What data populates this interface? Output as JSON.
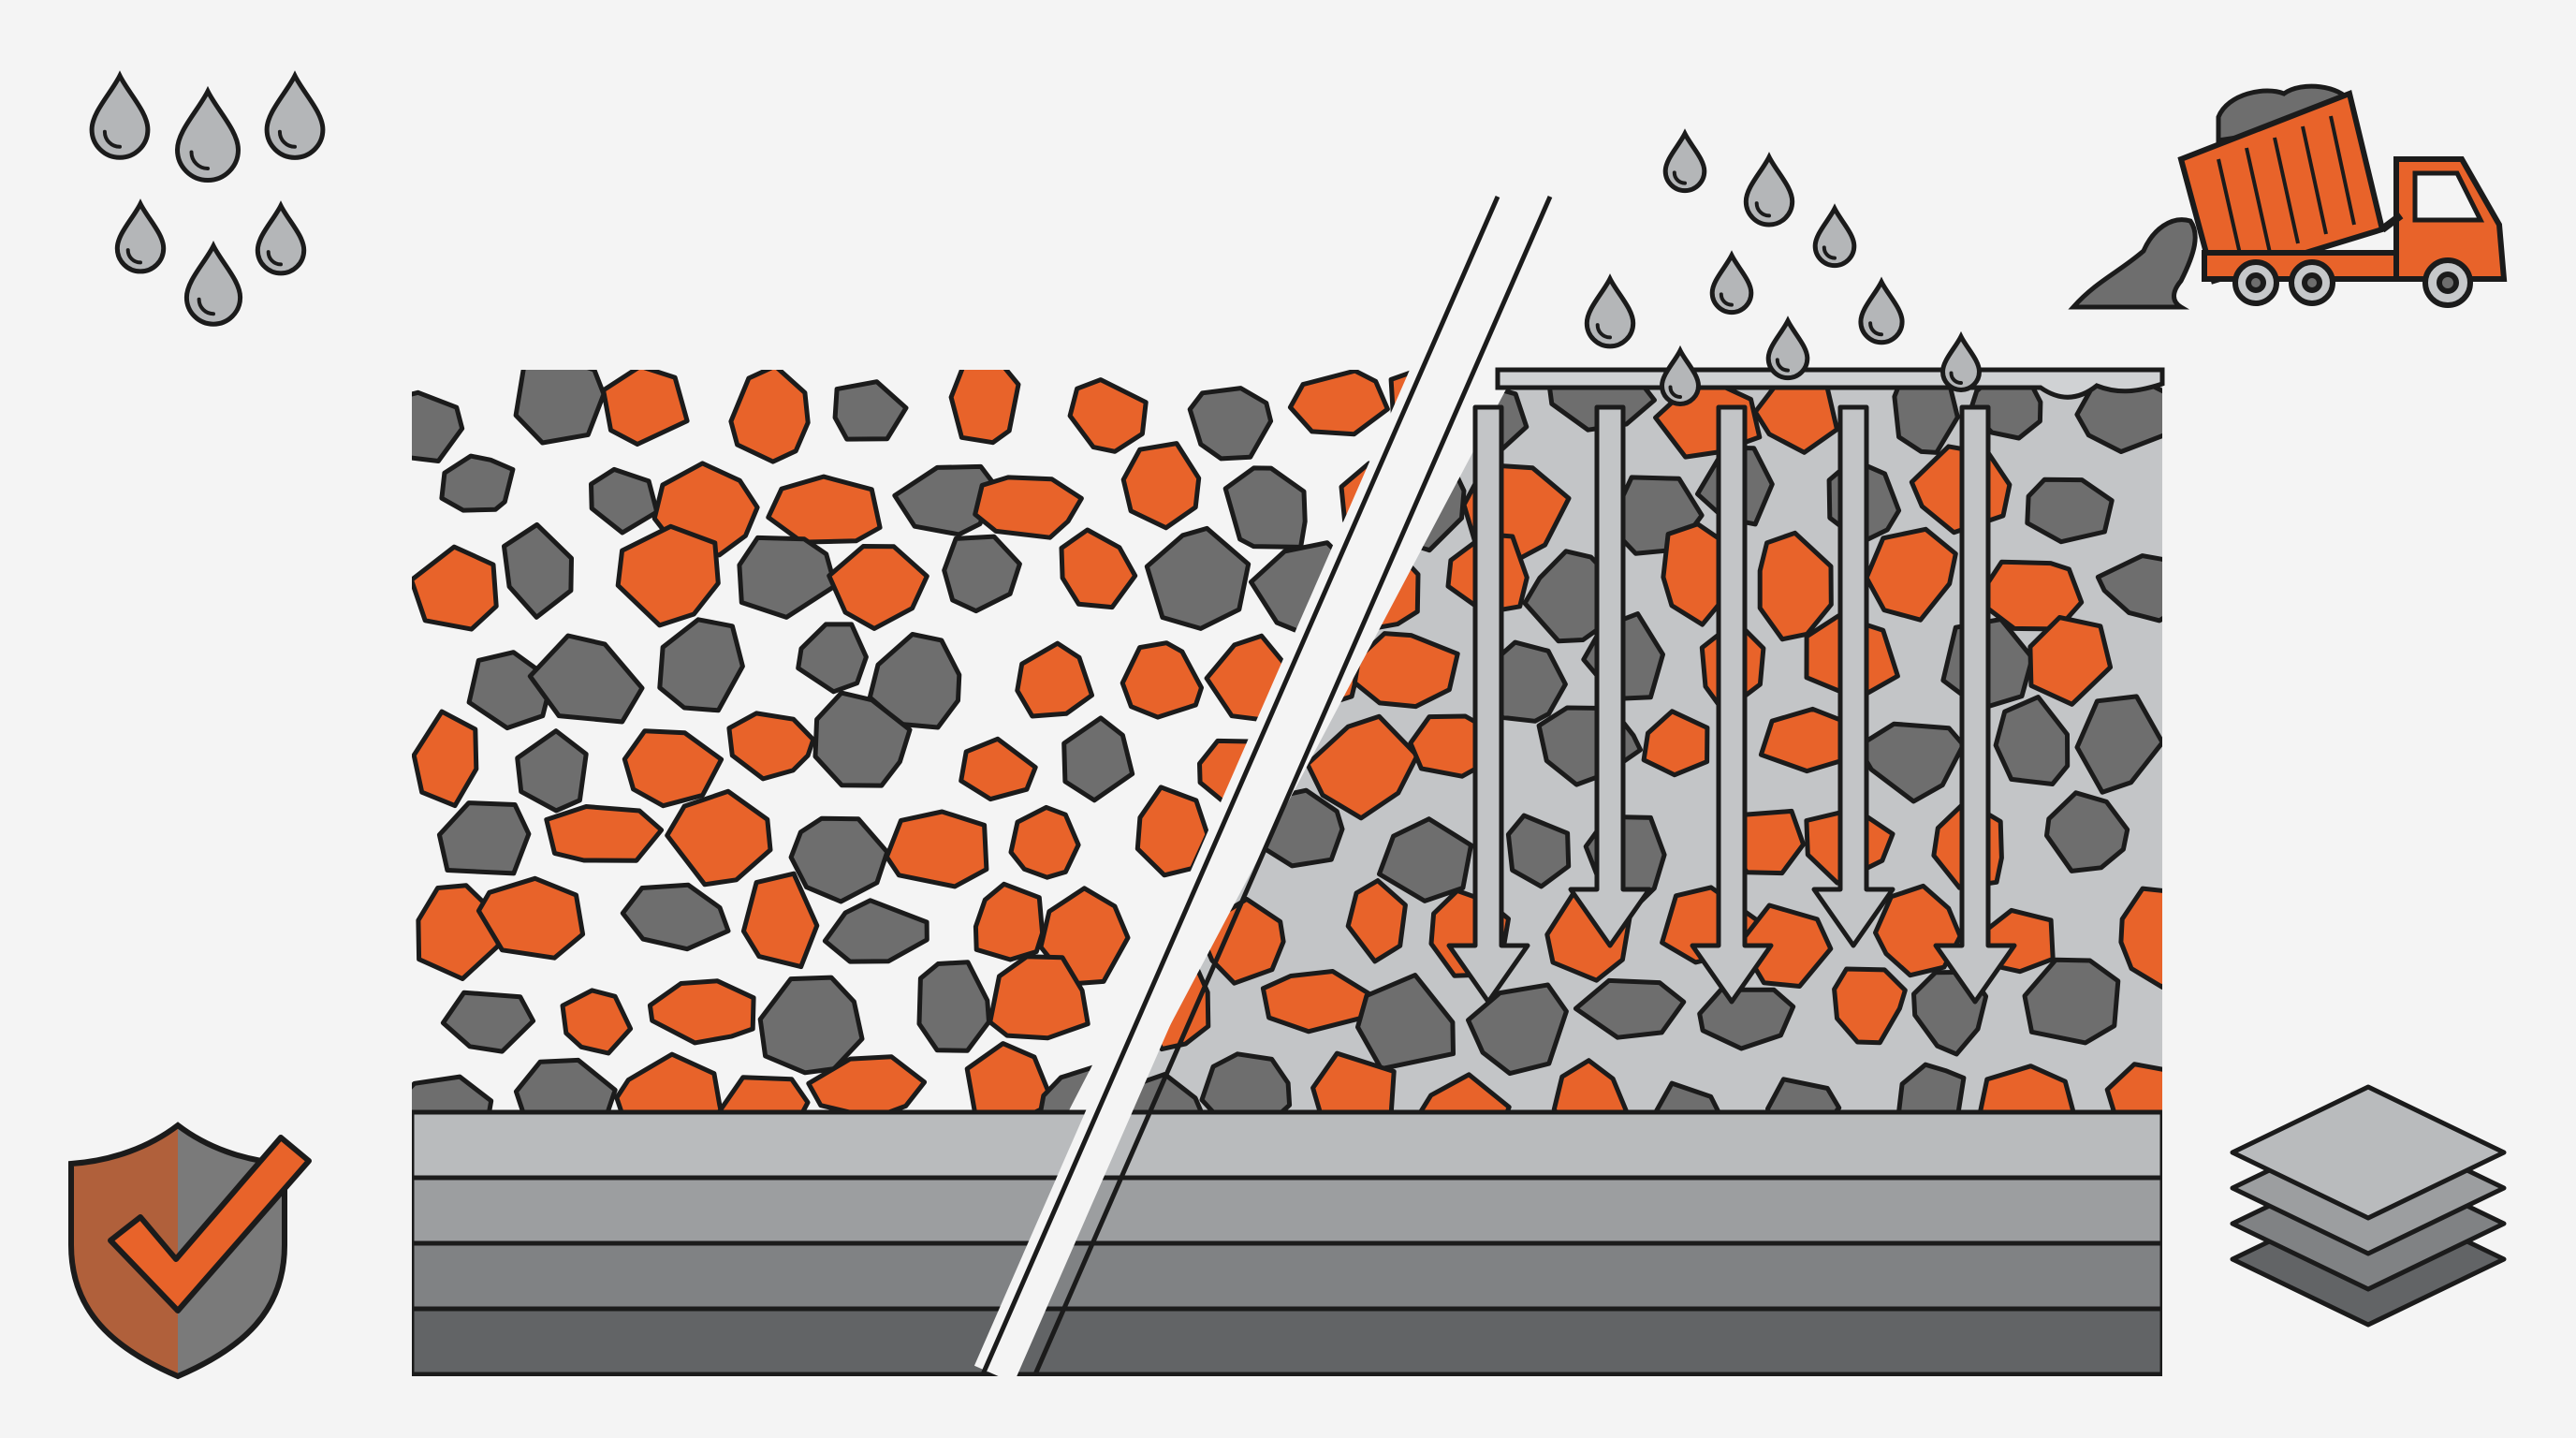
{
  "diagram": {
    "colors": {
      "background": "#f4f4f4",
      "outline": "#1b1b1b",
      "aggregate_orange": "#e8632a",
      "aggregate_gray": "#6e6e6e",
      "water_drop": "#b4b6b8",
      "binder_fill": "#c3c5c7",
      "layer_1": "#b9bbbd",
      "layer_2": "#9c9ea0",
      "layer_3": "#808284",
      "layer_4": "#626466",
      "shield_left": "#b0603b",
      "shield_right": "#7a7a7a",
      "check": "#e8632a",
      "truck_body": "#e8632a",
      "soil_pile": "#6e6e6e"
    },
    "icons": {
      "top_left": "rain-drops-icon",
      "top_right": "dump-truck-icon",
      "bottom_left": "shield-check-icon",
      "bottom_right": "stacked-layers-icon",
      "over_mix": "rain-drops-icon",
      "penetration": "down-arrow-icon"
    },
    "panels": {
      "left": "open-graded-aggregate",
      "right": "binder-filled-aggregate"
    },
    "subbase_layers": 4,
    "penetration_arrows": 5
  }
}
